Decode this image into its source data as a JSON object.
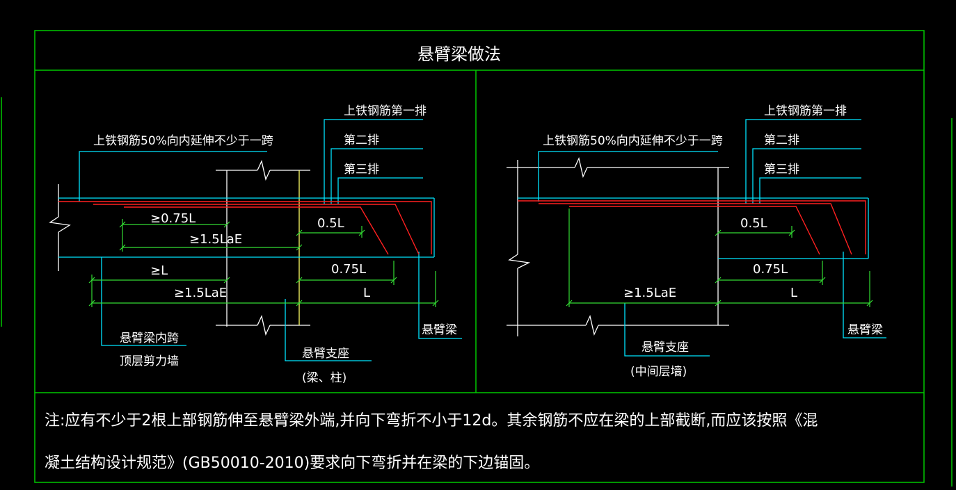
{
  "title": "悬臂梁做法",
  "left": {
    "top_rebar_label": "上铁钢筋第一排",
    "second_row_label": "第二排",
    "third_row_label": "第三排",
    "extend_label": "上铁钢筋50%向内延伸不少于一跨",
    "dim_075L_upper": "≥0.75L",
    "dim_15LaE_upper": "≥1.5LaE",
    "dim_05L": "0.5L",
    "dim_geL": "≥L",
    "dim_075L": "0.75L",
    "dim_15LaE_lower": "≥1.5LaE",
    "dim_L": "L",
    "cantilever_beam": "悬臂梁",
    "inner_span_label": "悬臂梁内跨",
    "shear_wall_label": "顶层剪力墙",
    "support_label": "悬臂支座",
    "support_sub": "(梁、柱)"
  },
  "right": {
    "top_rebar_label": "上铁钢筋第一排",
    "second_row_label": "第二排",
    "third_row_label": "第三排",
    "extend_label": "上铁钢筋50%向内延伸不少于一跨",
    "dim_05L": "0.5L",
    "dim_075L": "0.75L",
    "dim_15LaE": "≥1.5LaE",
    "dim_L": "L",
    "cantilever_beam": "悬臂梁",
    "support_label": "悬臂支座",
    "support_sub": "(中间层墙)"
  },
  "note_line1": "注:应有不少于2根上部钢筋伸至悬臂梁外端,并向下弯折不小于12d。其余钢筋不应在梁的上部截断,而应该按照《混",
  "note_line2": "凝土结构设计规范》(GB50010-2010)要求向下弯折并在梁的下边锚固。",
  "colors": {
    "frame": "#00c800",
    "cyan": "#00e5ff",
    "white": "#ffffff",
    "red": "#ff2020",
    "yellow": "#ffff66",
    "dim": "#33dd33"
  }
}
